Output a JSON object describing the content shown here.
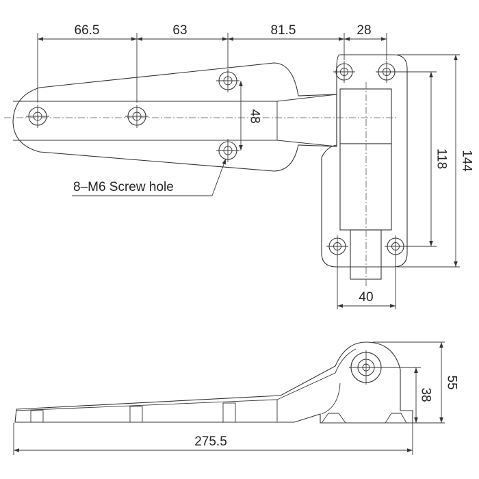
{
  "top_view": {
    "dims": {
      "d1": "66.5",
      "d2": "63",
      "d3": "81.5",
      "d4": "28",
      "hole_spacing": "48",
      "plate_hole_spacing": "118",
      "plate_height": "144",
      "pin_width": "40"
    },
    "callout": "8–M6 Screw hole"
  },
  "side_view": {
    "dims": {
      "total_length": "275.5",
      "pin_height": "38",
      "total_height": "55"
    }
  }
}
